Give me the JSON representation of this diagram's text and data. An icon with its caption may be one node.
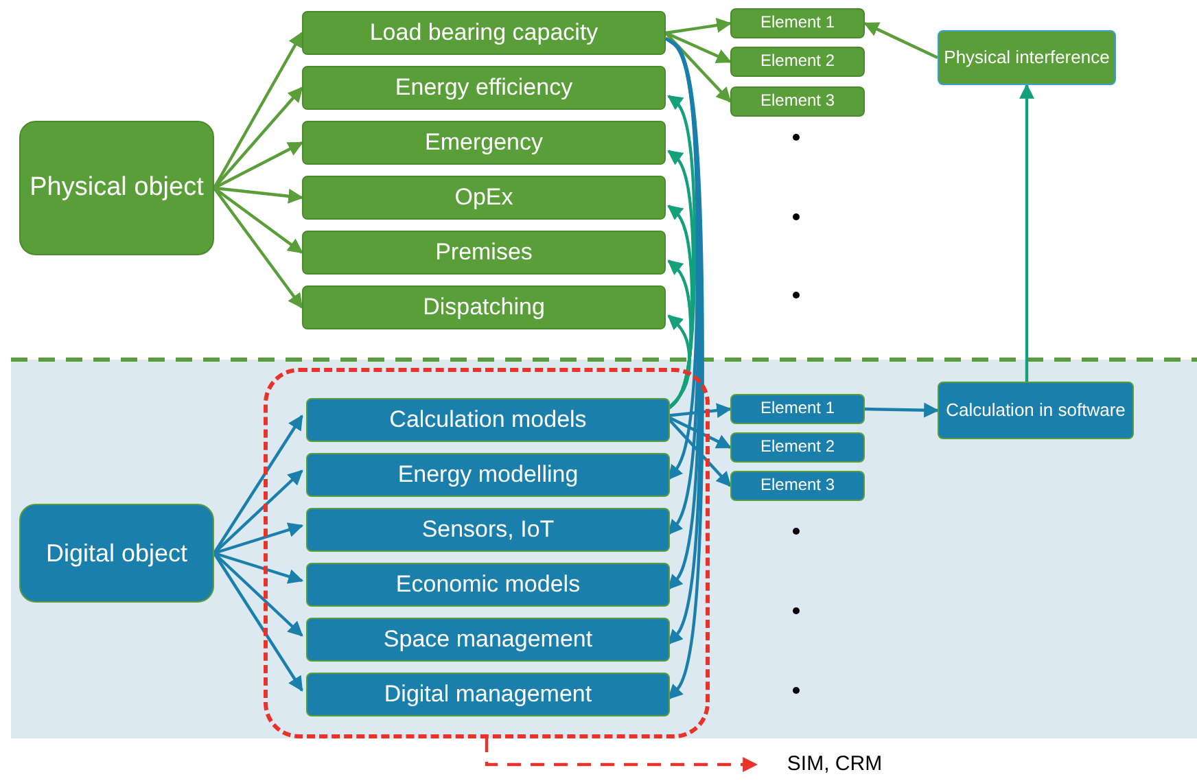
{
  "diagram": {
    "nodes": [
      {
        "text": [
          "Physical object"
        ]
      },
      {
        "text": [
          "Load bearing capacity"
        ]
      },
      {
        "text": [
          "Energy efficiency"
        ]
      },
      {
        "text": [
          "Emergency"
        ]
      },
      {
        "text": [
          "OpEx"
        ]
      },
      {
        "text": [
          "Premises"
        ]
      },
      {
        "text": [
          "Dispatching"
        ]
      },
      {
        "text": [
          "Element 1"
        ]
      },
      {
        "text": [
          "Element 2"
        ]
      },
      {
        "text": [
          "Element 3"
        ]
      },
      {
        "text": [
          "Physical interference"
        ]
      },
      {
        "text": [],
        "shape": "box"
      },
      {
        "text": [
          "Digital object"
        ]
      },
      {
        "text": [
          "Calculation models"
        ],
        "in": 11
      },
      {
        "text": [
          "Energy modelling"
        ],
        "in": 11
      },
      {
        "text": [
          "Sensors, IoT"
        ],
        "in": 11
      },
      {
        "text": [
          "Economic models"
        ],
        "in": 11
      },
      {
        "text": [
          "Space management"
        ],
        "in": 11
      },
      {
        "text": [
          "Digital management"
        ],
        "in": 11
      },
      {
        "text": [
          "Element 1"
        ]
      },
      {
        "text": [
          "Element 2"
        ]
      },
      {
        "text": [
          "Element 3"
        ]
      },
      {
        "text": [
          "Calculation in software"
        ]
      },
      {
        "text": [
          "SIM, CRM"
        ]
      }
    ],
    "edges": [
      {
        "from": 0,
        "to": 1,
        "arrow": "to",
        "color": "#5a9e3a"
      },
      {
        "from": 0,
        "to": 2,
        "arrow": "to",
        "color": "#5a9e3a"
      },
      {
        "from": 0,
        "to": 3,
        "arrow": "to",
        "color": "#5a9e3a"
      },
      {
        "from": 0,
        "to": 4,
        "arrow": "to",
        "color": "#5a9e3a"
      },
      {
        "from": 0,
        "to": 5,
        "arrow": "to",
        "color": "#5a9e3a"
      },
      {
        "from": 0,
        "to": 6,
        "arrow": "to",
        "color": "#5a9e3a"
      },
      {
        "from": 1,
        "to": 7,
        "arrow": "to",
        "color": "#5a9e3a"
      },
      {
        "from": 1,
        "to": 8,
        "arrow": "to",
        "color": "#5a9e3a"
      },
      {
        "from": 1,
        "to": 9,
        "arrow": "to",
        "color": "#5a9e3a"
      },
      {
        "from": 10,
        "to": 7,
        "arrow": "to",
        "color": "#5a9e3a"
      },
      {
        "from": 12,
        "to": 13,
        "arrow": "to"
      },
      {
        "from": 12,
        "to": 14,
        "arrow": "to"
      },
      {
        "from": 12,
        "to": 15,
        "arrow": "to"
      },
      {
        "from": 12,
        "to": 16,
        "arrow": "to"
      },
      {
        "from": 12,
        "to": 17,
        "arrow": "to"
      },
      {
        "from": 12,
        "to": 18,
        "arrow": "to"
      },
      {
        "from": 13,
        "to": 19,
        "arrow": "to"
      },
      {
        "from": 13,
        "to": 20,
        "arrow": "to"
      },
      {
        "from": 13,
        "to": 21,
        "arrow": "to"
      },
      {
        "from": 19,
        "to": 22,
        "arrow": "to"
      },
      {
        "from": 22,
        "to": 10,
        "arrow": "to",
        "color": "#14a07c"
      },
      {
        "from": 13,
        "to": 2,
        "arrow": "to",
        "color": "#14a07c"
      },
      {
        "from": 13,
        "to": 3,
        "arrow": "to",
        "color": "#14a07c"
      },
      {
        "from": 13,
        "to": 4,
        "arrow": "to",
        "color": "#14a07c"
      },
      {
        "from": 13,
        "to": 5,
        "arrow": "to",
        "color": "#14a07c"
      },
      {
        "from": 13,
        "to": 6,
        "arrow": "to",
        "color": "#14a07c"
      },
      {
        "from": 1,
        "to": 14,
        "arrow": "to"
      },
      {
        "from": 1,
        "to": 15,
        "arrow": "to"
      },
      {
        "from": 1,
        "to": 16,
        "arrow": "to"
      },
      {
        "from": 1,
        "to": 17,
        "arrow": "to"
      },
      {
        "from": 1,
        "to": 18,
        "arrow": "to"
      },
      {
        "from": 11,
        "to": 23,
        "arrow": "to",
        "style": "dashed",
        "color": "#e8332a"
      }
    ]
  }
}
